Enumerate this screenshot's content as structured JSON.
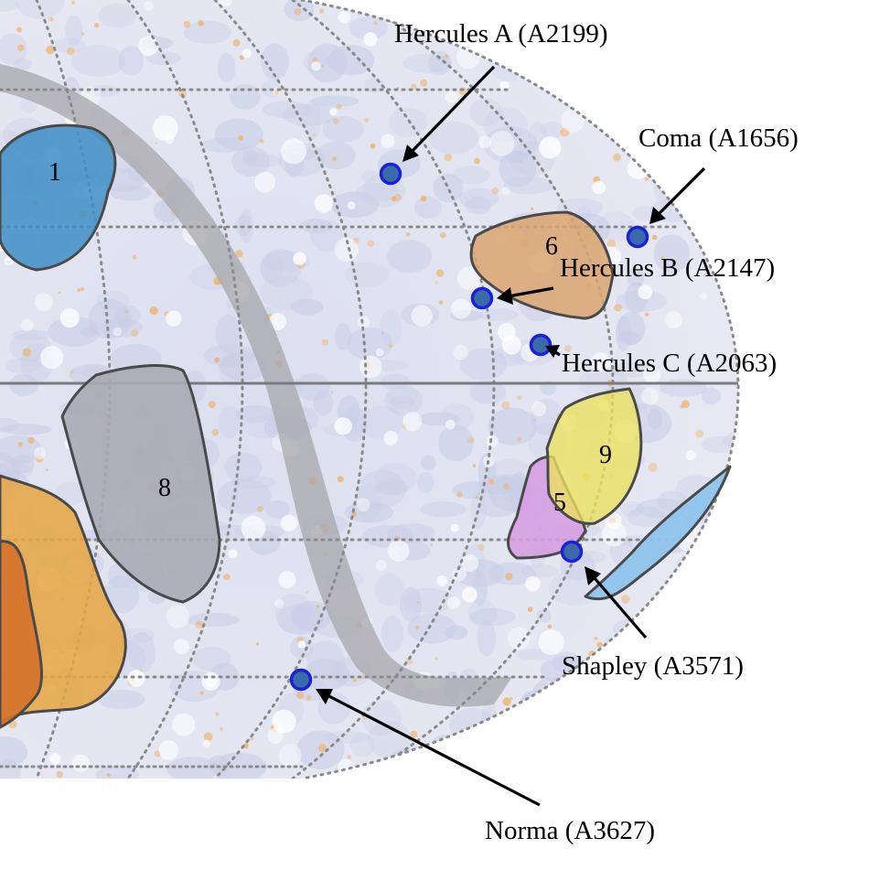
{
  "map": {
    "projection": "mollweide",
    "colors": {
      "background_blue": "#c9cde6",
      "hotspot_orange": "#f0b060",
      "galactic_band": "#a9a9ad",
      "marker_fill": "#3a6aa8",
      "marker_stroke": "#1a22d8"
    },
    "regions": [
      {
        "id": "1",
        "label": "1",
        "color": "#3d8ec6"
      },
      {
        "id": "5",
        "label": "5",
        "color": "#d69be0"
      },
      {
        "id": "6",
        "label": "6",
        "color": "#dca570"
      },
      {
        "id": "8",
        "label": "8",
        "color": "#aaaab2"
      },
      {
        "id": "9",
        "label": "9",
        "color": "#ece25c"
      },
      {
        "id": "orange-large",
        "label": "",
        "color": "#e6a540"
      },
      {
        "id": "orange-dark",
        "label": "",
        "color": "#d4722a"
      },
      {
        "id": "lightblue",
        "label": "",
        "color": "#8fc4ec"
      }
    ],
    "clusters": [
      {
        "id": "hercules-a",
        "label": "Hercules A (A2199)"
      },
      {
        "id": "coma",
        "label": "Coma (A1656)"
      },
      {
        "id": "hercules-b",
        "label": "Hercules B (A2147)"
      },
      {
        "id": "hercules-c",
        "label": "Hercules C (A2063)"
      },
      {
        "id": "shapley",
        "label": "Shapley (A3571)"
      },
      {
        "id": "norma",
        "label": "Norma (A3627)"
      }
    ]
  }
}
